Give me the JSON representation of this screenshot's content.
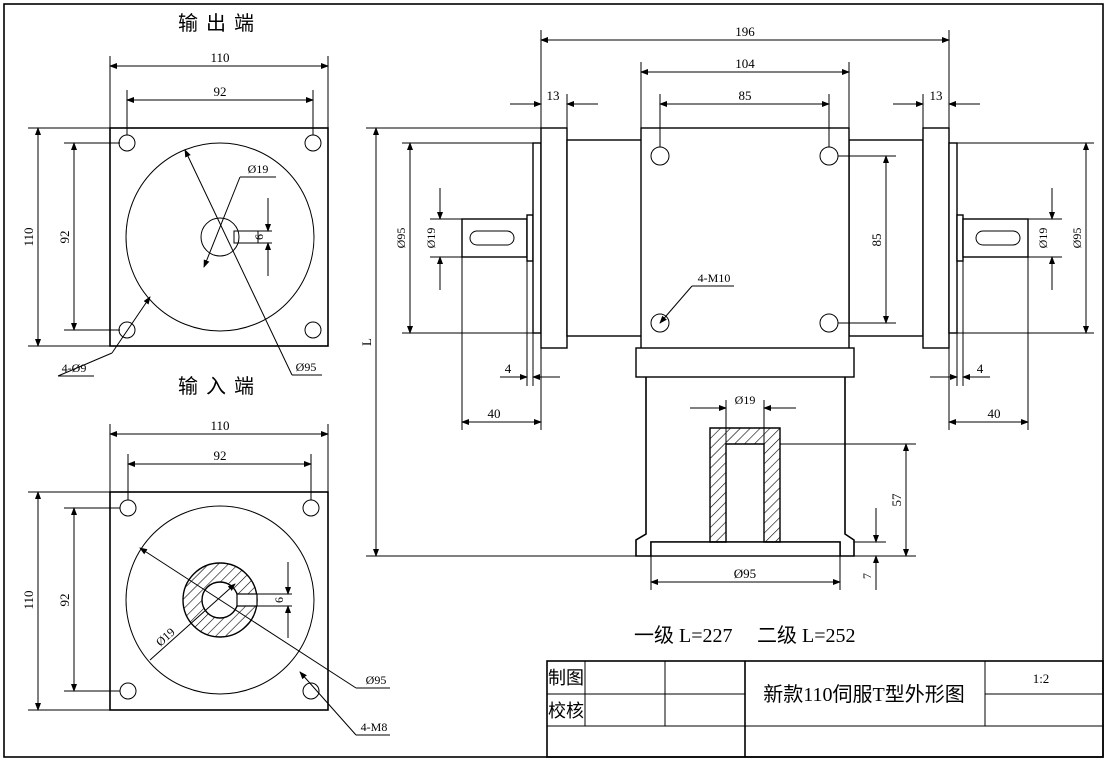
{
  "output_view": {
    "title": "输出端",
    "dim_width": "110",
    "dim_bolt_spacing_h": "92",
    "dim_height": "110",
    "dim_bolt_spacing_v": "92",
    "dim_bore": "Ø19",
    "dim_key": "6",
    "dim_holes": "4-Ø9",
    "dim_pilot": "Ø95"
  },
  "input_view": {
    "title": "输入端",
    "dim_width": "110",
    "dim_bolt_spacing_h": "92",
    "dim_height": "110",
    "dim_bolt_spacing_v": "92",
    "dim_bore": "Ø19",
    "dim_key": "6",
    "dim_pilot": "Ø95",
    "dim_holes": "4-M8"
  },
  "front_view": {
    "dim_overall": "196",
    "dim_body": "104",
    "dim_bolt_h": "85",
    "dim_flange_left": "13",
    "dim_flange_right": "13",
    "dim_pilot_left": "Ø95",
    "dim_shaft_left": "Ø19",
    "dim_bolt_v": "85",
    "dim_shaft_right": "Ø19",
    "dim_pilot_right": "Ø95",
    "dim_threads": "4-M10",
    "dim_length": "L",
    "dim_spigot_left": "4",
    "dim_spigot_right": "4",
    "dim_shaft_len_left": "40",
    "dim_shaft_len_right": "40",
    "dim_bore_bottom": "Ø19",
    "dim_bore_depth": "57",
    "dim_bottom_pilot": "Ø95",
    "dim_bottom_spigot": "7"
  },
  "notes": {
    "stage_one": "一级 L=227",
    "stage_two": "二级 L=252"
  },
  "title_block": {
    "drawn_label": "制图",
    "checked_label": "校核",
    "drawing_title": "新款110伺服T型外形图",
    "scale": "1:2"
  }
}
